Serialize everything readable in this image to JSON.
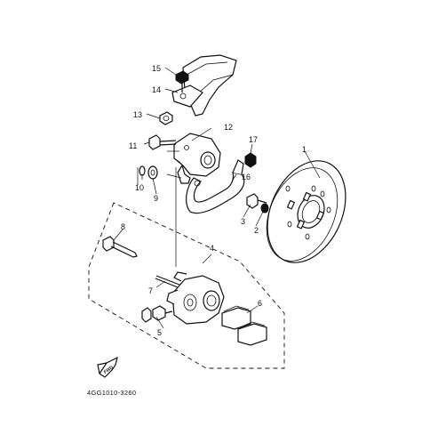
{
  "callouts": [
    {
      "id": "c1",
      "text": "1"
    },
    {
      "id": "c2",
      "text": "2"
    },
    {
      "id": "c3",
      "text": "3"
    },
    {
      "id": "c4",
      "text": "4"
    },
    {
      "id": "c5",
      "text": "5"
    },
    {
      "id": "c6",
      "text": "6"
    },
    {
      "id": "c7",
      "text": "7"
    },
    {
      "id": "c8",
      "text": "8"
    },
    {
      "id": "c9",
      "text": "9"
    },
    {
      "id": "c10",
      "text": "10"
    },
    {
      "id": "c11",
      "text": "11"
    },
    {
      "id": "c12",
      "text": "12"
    },
    {
      "id": "c13",
      "text": "13"
    },
    {
      "id": "c14",
      "text": "14"
    },
    {
      "id": "c15",
      "text": "15"
    },
    {
      "id": "c16",
      "text": "16"
    },
    {
      "id": "c17",
      "text": "17"
    }
  ],
  "diagram_code": "4GG1010-3260",
  "front_label": "FWD"
}
